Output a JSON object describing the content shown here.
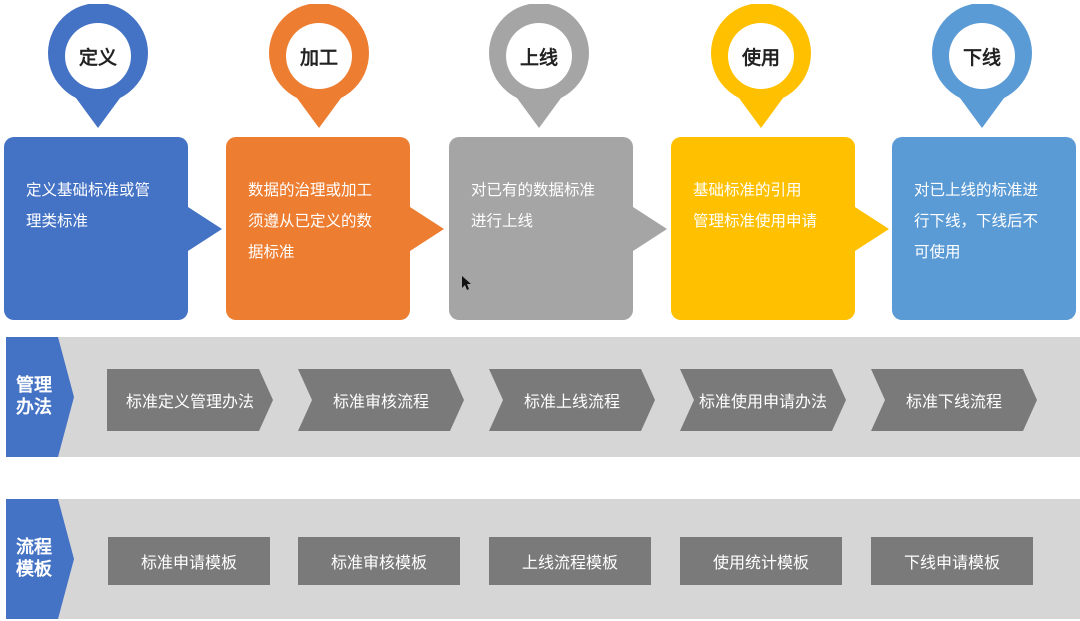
{
  "colors": {
    "define": "#4472c4",
    "process": "#ed7d31",
    "online": "#a5a5a5",
    "use": "#ffc000",
    "offline": "#5b9bd5",
    "band_bg": "#d6d6d6",
    "chevron": "#7a7a7a"
  },
  "stages": [
    {
      "pin_label": "定义",
      "text": "定义基础标准或管\n理类标准"
    },
    {
      "pin_label": "加工",
      "text": "数据的治理或加工\n须遵从已定义的数\n据标准"
    },
    {
      "pin_label": "上线",
      "text": "对已有的数据标准\n进行上线"
    },
    {
      "pin_label": "使用",
      "text": "基础标准的引用\n管理标准使用申请"
    },
    {
      "pin_label": "下线",
      "text": "对已上线的标准进\n行下线，下线后不\n可使用"
    }
  ],
  "management": {
    "label": "管理\n办法",
    "items": [
      "标准定义管理办法",
      "标准审核流程",
      "标准上线流程",
      "标准使用申请办法",
      "标准下线流程"
    ]
  },
  "templates": {
    "label": "流程\n模板",
    "items": [
      "标准申请模板",
      "标准审核模板",
      "上线流程模板",
      "使用统计模板",
      "下线申请模板"
    ]
  }
}
